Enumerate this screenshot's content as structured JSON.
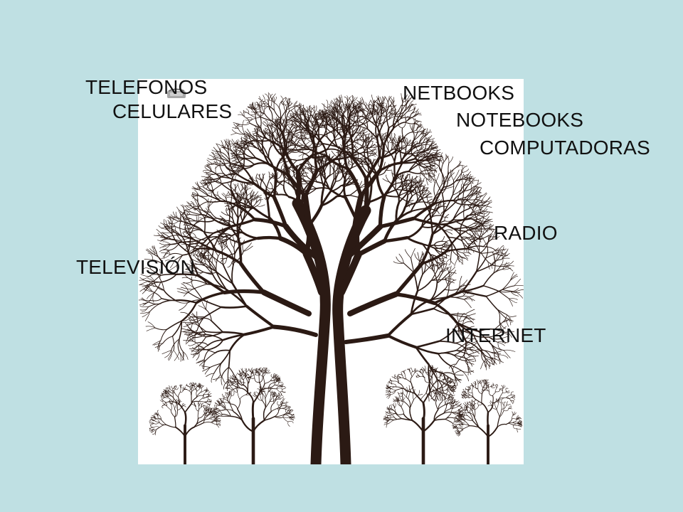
{
  "labels": {
    "telefonos": "TELEFONOS",
    "celulares": "CELULARES",
    "netbooks": "NETBOOKS",
    "notebooks": "NOTEBOOKS",
    "computadoras": "COMPUTADORAS",
    "radio": "RADIO",
    "television": "TELEVISIÓN",
    "internet": "INTERNET"
  },
  "colors": {
    "background": "#bfe0e3",
    "panel": "#ffffff",
    "tree": "#2b1a14",
    "text": "#111111"
  },
  "icons": {
    "illustration": "tree-icon",
    "small_device": "telephone-icon"
  }
}
